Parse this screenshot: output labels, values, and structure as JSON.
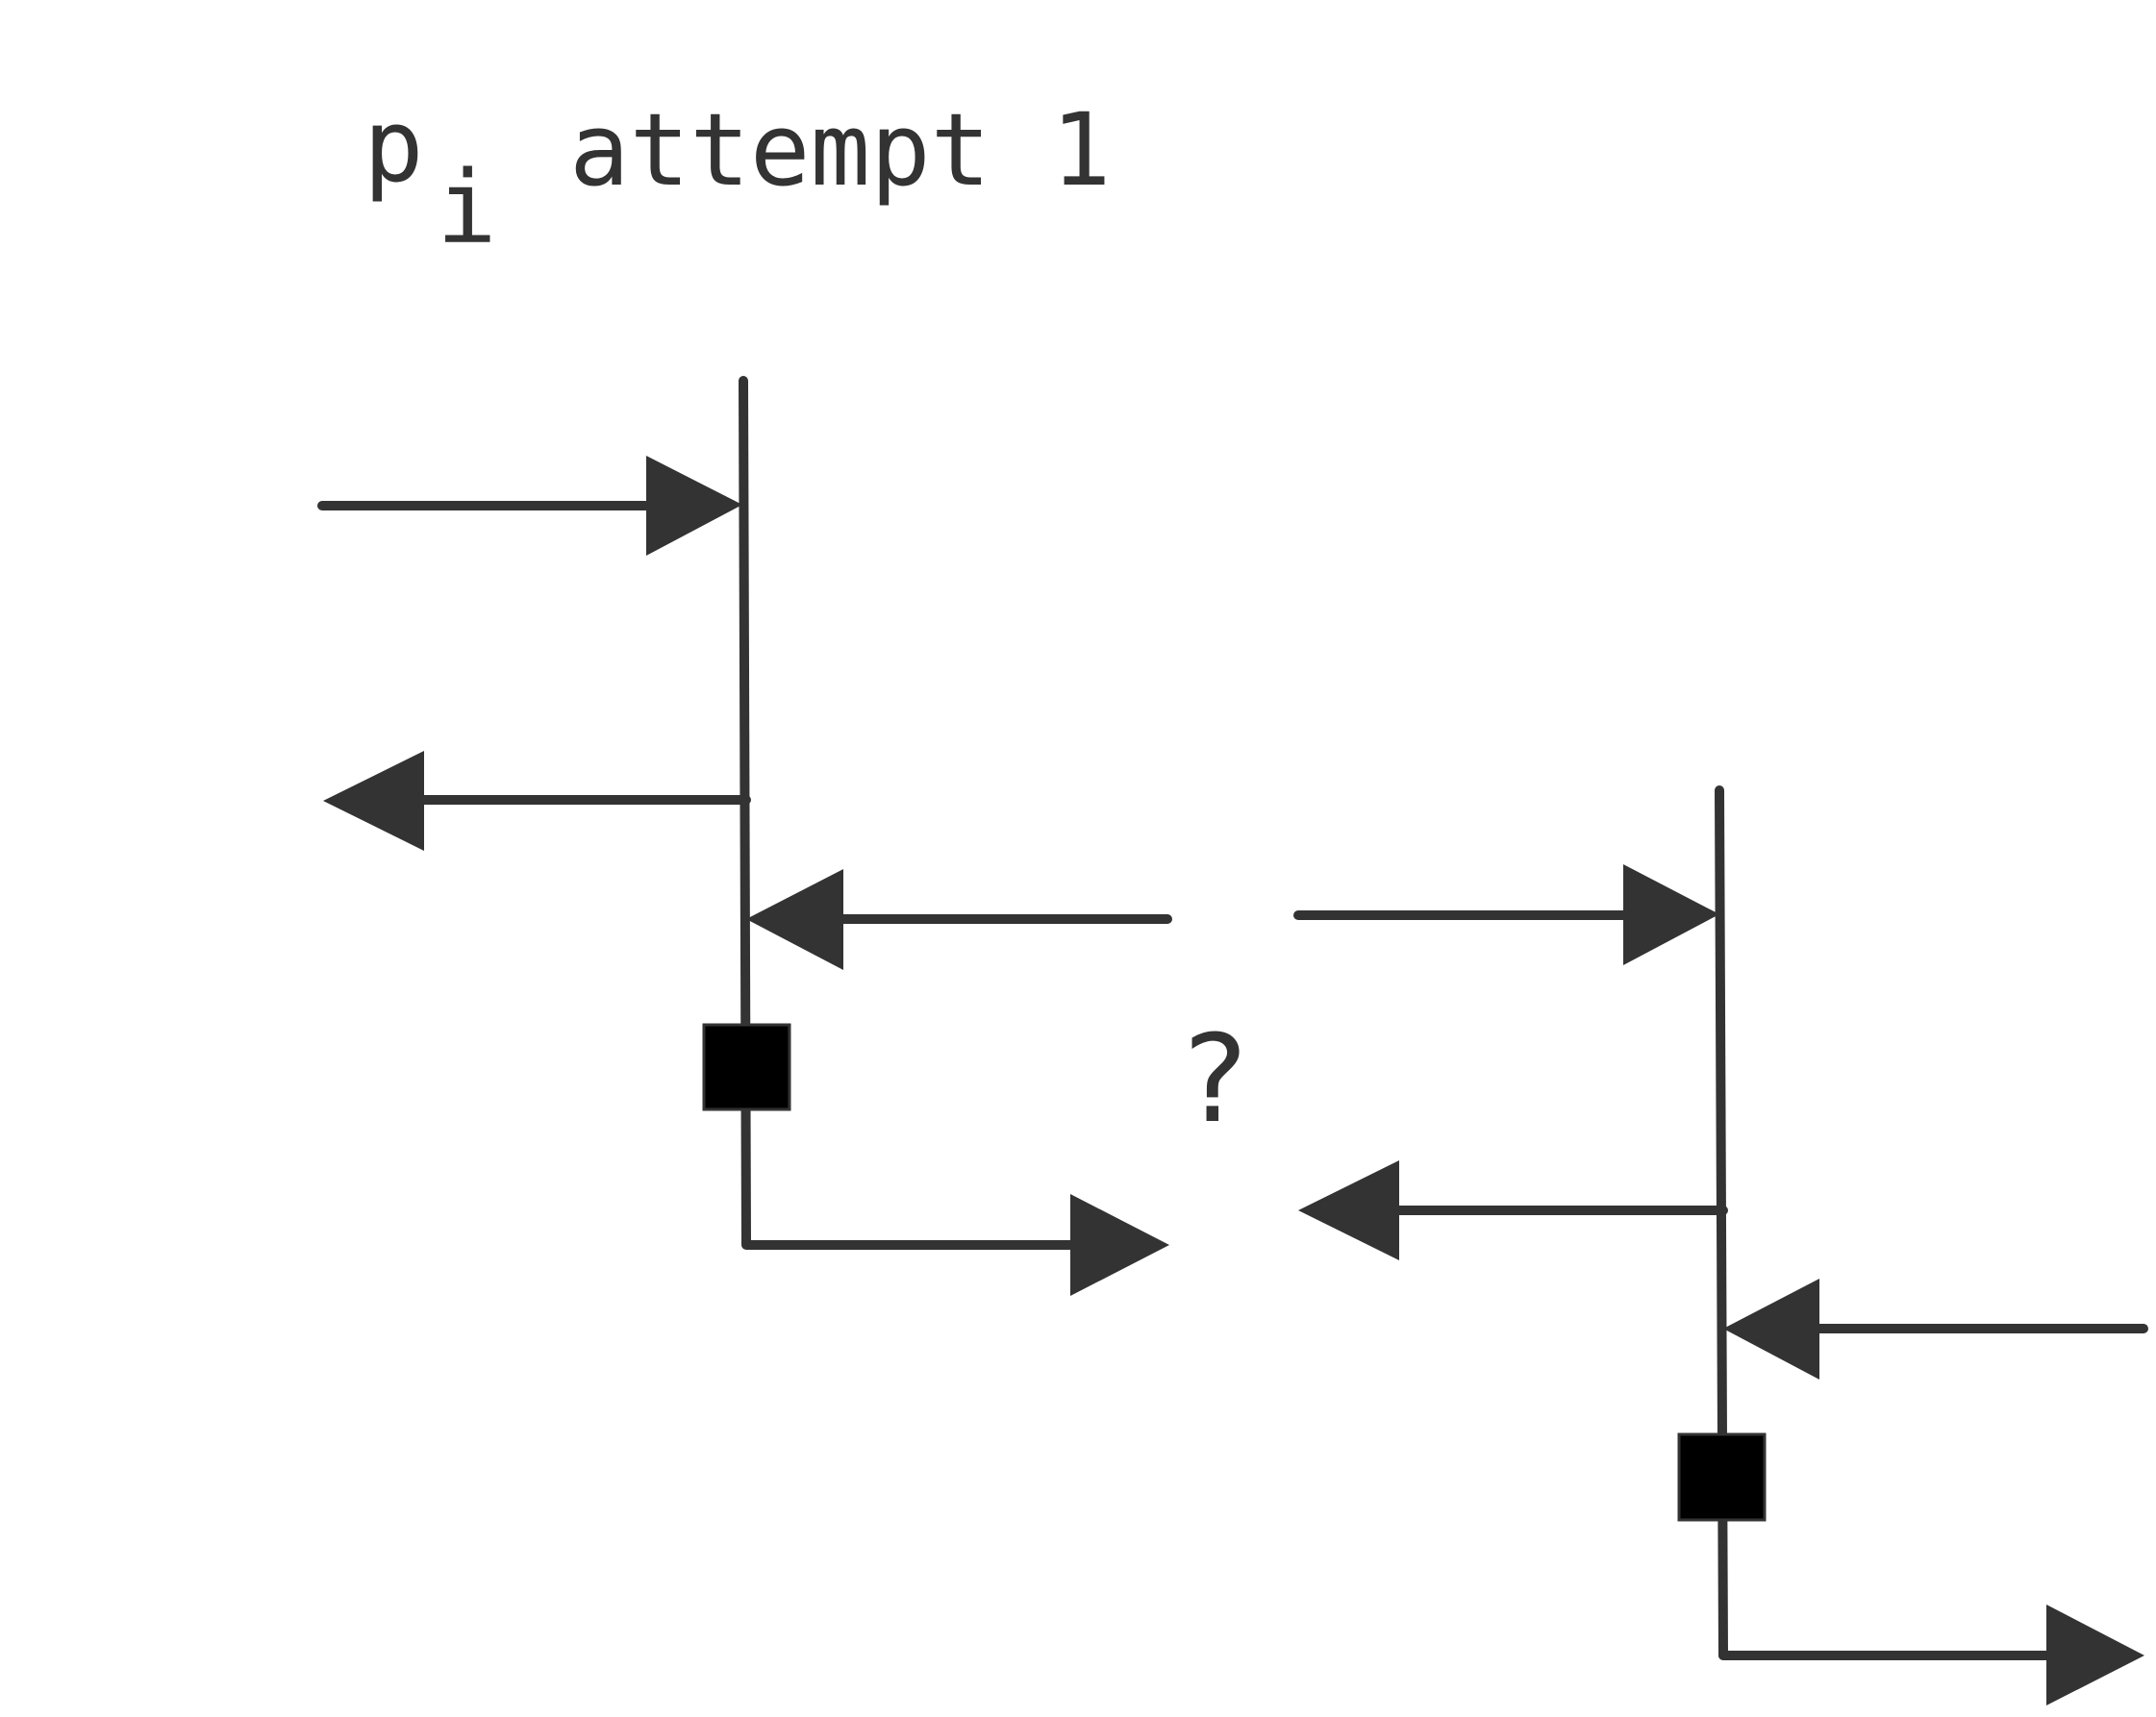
{
  "title": {
    "base": "p",
    "subscript": "i",
    "rest": "attempt 1"
  },
  "unknown_mark": "?",
  "colors": {
    "stroke": "#333333",
    "block_fill": "#000000",
    "background": "#ffffff"
  }
}
